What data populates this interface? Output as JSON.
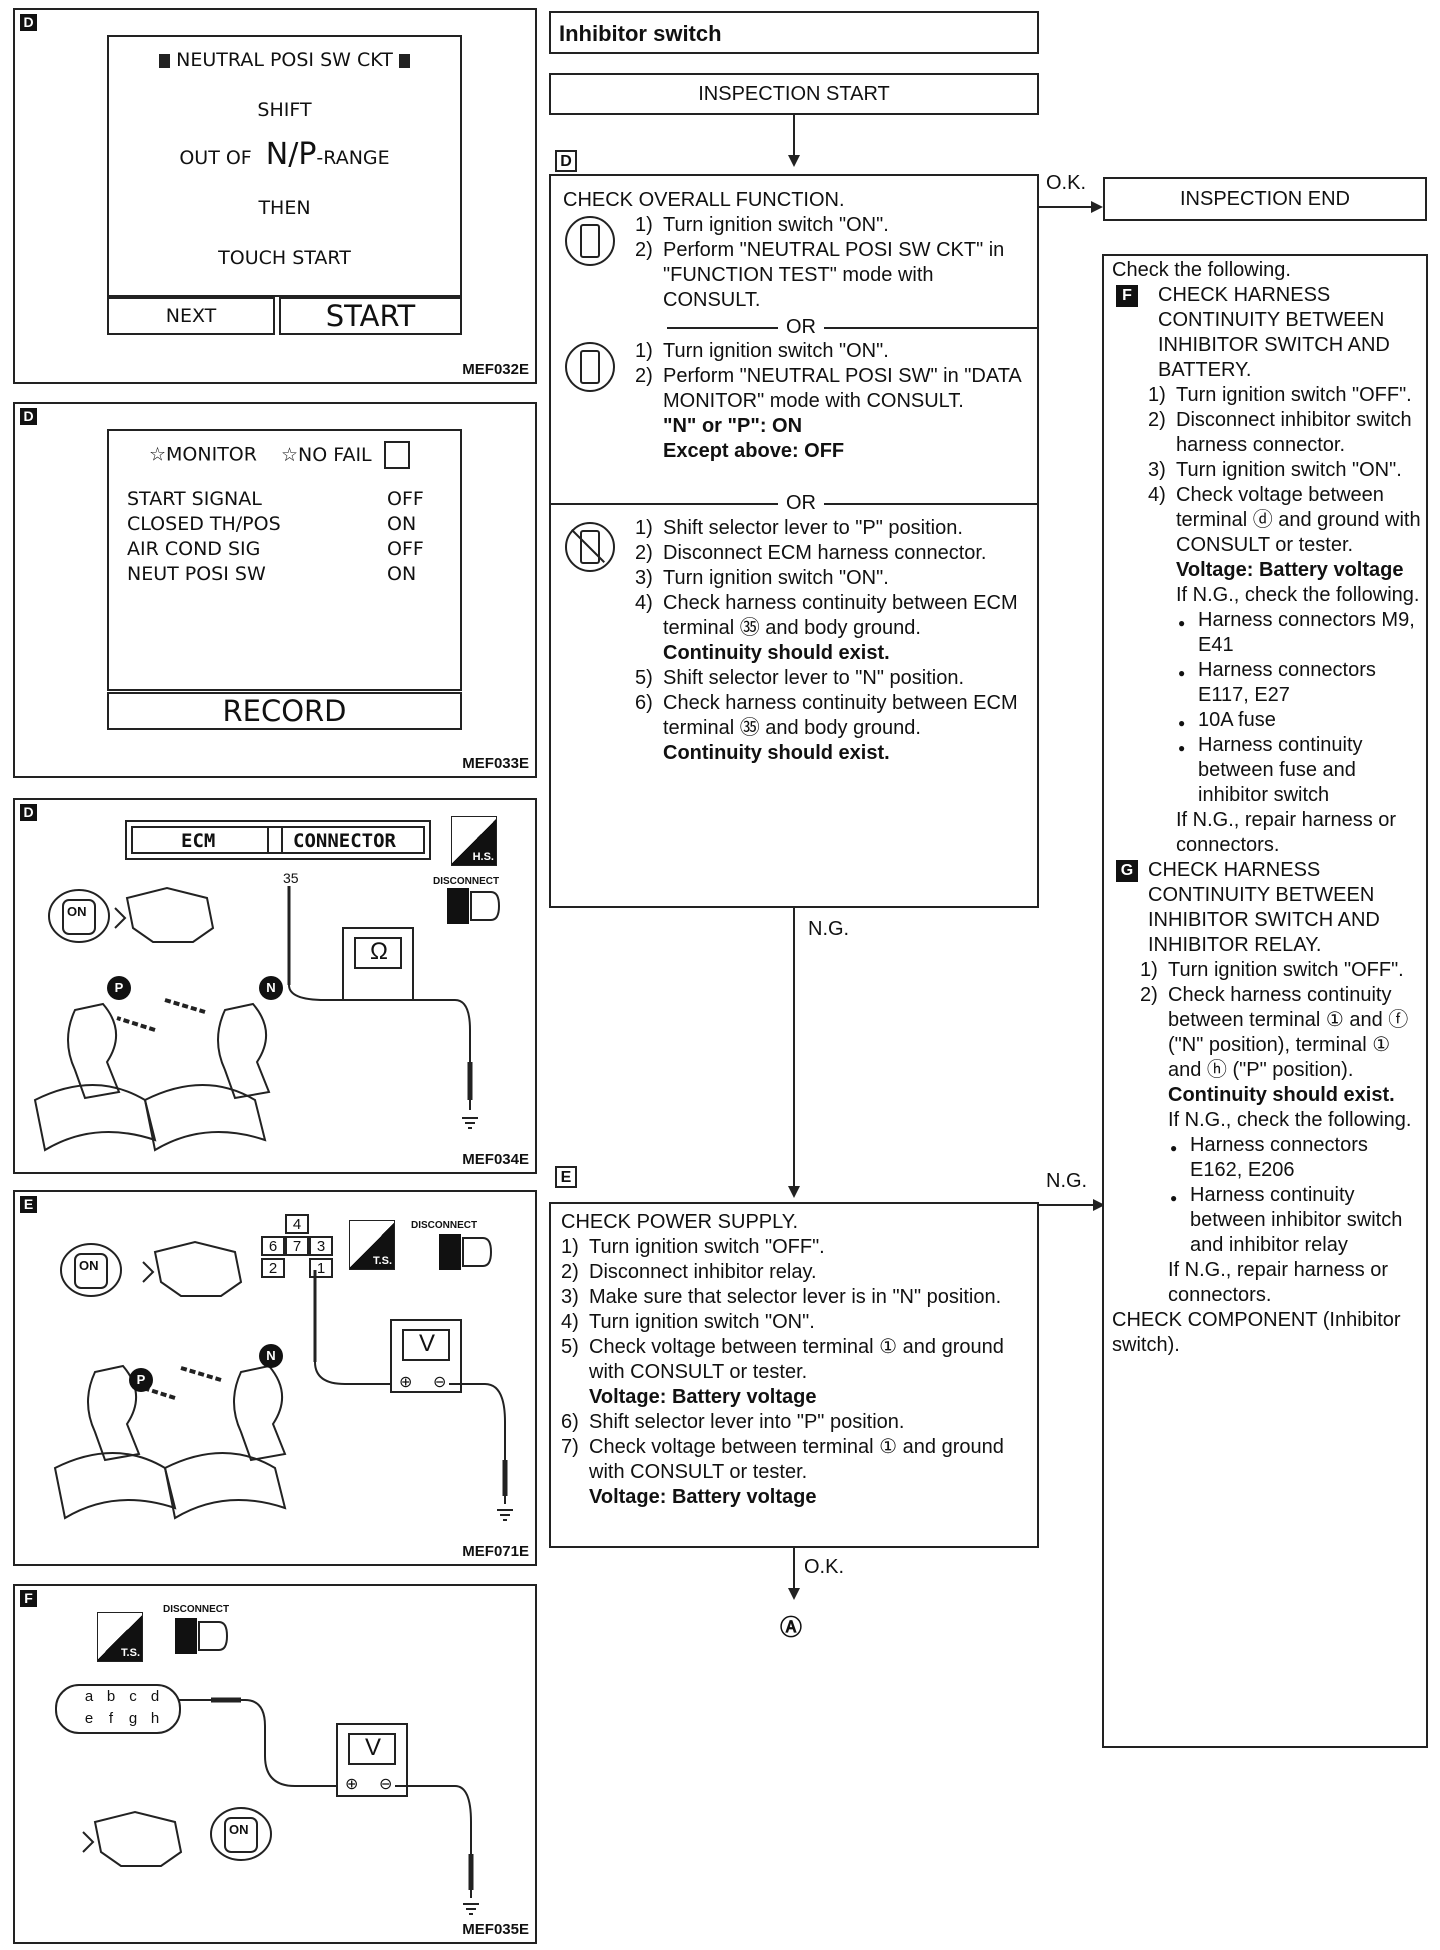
{
  "title": "Inhibitor switch",
  "inspection_start": "INSPECTION START",
  "inspection_end": "INSPECTION END",
  "labels": {
    "ok": "O.K.",
    "ng": "N.G.",
    "or": "OR",
    "end_ref": "Ⓐ"
  },
  "panels": {
    "p1": {
      "tag": "D",
      "code": "MEF032E",
      "screen": {
        "header": "NEUTRAL POSI SW CKT",
        "line1": "SHIFT",
        "line2a": "OUT OF",
        "line2b": "N/P",
        "line2c": "-RANGE",
        "line3": "THEN",
        "line4": "TOUCH START"
      },
      "buttons": {
        "next": "NEXT",
        "start": "START"
      }
    },
    "p2": {
      "tag": "D",
      "code": "MEF033E",
      "header": {
        "monitor": "☆MONITOR",
        "nofail": "☆NO FAIL"
      },
      "rows": [
        {
          "label": "START SIGNAL",
          "value": "OFF"
        },
        {
          "label": "CLOSED TH/POS",
          "value": "ON"
        },
        {
          "label": "AIR COND SIG",
          "value": "OFF"
        },
        {
          "label": "NEUT POSI SW",
          "value": "ON"
        }
      ],
      "record": "RECORD"
    },
    "p3": {
      "tag": "D",
      "code": "MEF034E",
      "ecm": "ECM",
      "connector": "CONNECTOR",
      "pin": "35",
      "hs": "H.S.",
      "disconnect": "DISCONNECT",
      "on": "ON",
      "p": "P",
      "n": "N",
      "meter": "Ω"
    },
    "p4": {
      "tag": "E",
      "code": "MEF071E",
      "pins": [
        "4",
        "6",
        "7",
        "3",
        "2",
        "1"
      ],
      "ts": "T.S.",
      "disconnect": "DISCONNECT",
      "on": "ON",
      "p": "P",
      "n": "N",
      "meter": "V",
      "plus": "⊕",
      "minus": "⊖"
    },
    "p5": {
      "tag": "F",
      "code": "MEF035E",
      "pins": [
        "a",
        "b",
        "c",
        "d",
        "e",
        "f",
        "g",
        "h"
      ],
      "ts": "T.S.",
      "disconnect": "DISCONNECT",
      "on": "ON",
      "meter": "V",
      "plus": "⊕",
      "minus": "⊖"
    }
  },
  "box_d": {
    "tag": "D",
    "heading": "CHECK OVERALL FUNCTION.",
    "sec1": [
      {
        "n": "1)",
        "t": "Turn ignition switch \"ON\"."
      },
      {
        "n": "2)",
        "t": "Perform \"NEUTRAL POSI SW CKT\" in \"FUNCTION TEST\" mode with CONSULT."
      }
    ],
    "sec2": [
      {
        "n": "1)",
        "t": "Turn ignition switch \"ON\"."
      },
      {
        "n": "2)",
        "t": "Perform \"NEUTRAL POSI SW\" in \"DATA MONITOR\" mode with CONSULT."
      }
    ],
    "sec2_bold1": "\"N\" or \"P\": ON",
    "sec2_bold2": "Except above: OFF",
    "sec3": [
      {
        "n": "1)",
        "t": "Shift selector lever to \"P\" position."
      },
      {
        "n": "2)",
        "t": "Disconnect ECM harness connector."
      },
      {
        "n": "3)",
        "t": "Turn ignition switch \"ON\"."
      },
      {
        "n": "4)",
        "t": "Check harness continuity between ECM terminal ㉟ and body ground."
      },
      {
        "n": "5)",
        "t": "Shift selector lever to \"N\" position."
      },
      {
        "n": "6)",
        "t": "Check harness continuity between ECM terminal ㉟ and body ground."
      }
    ],
    "sec3_bold": "Continuity should exist."
  },
  "box_e": {
    "tag": "E",
    "heading": "CHECK POWER SUPPLY.",
    "steps": [
      {
        "n": "1)",
        "t": "Turn ignition switch \"OFF\"."
      },
      {
        "n": "2)",
        "t": "Disconnect inhibitor relay."
      },
      {
        "n": "3)",
        "t": "Make sure that selector lever is in \"N\" position."
      },
      {
        "n": "4)",
        "t": "Turn ignition switch \"ON\"."
      },
      {
        "n": "5)",
        "t": "Check voltage between terminal ① and ground with CONSULT or tester."
      },
      {
        "n": "6)",
        "t": "Shift selector lever into \"P\" position."
      },
      {
        "n": "7)",
        "t": "Check voltage between terminal ① and ground with CONSULT or tester."
      }
    ],
    "voltage": "Voltage: Battery voltage"
  },
  "box_r": {
    "intro": "Check the following.",
    "f_tag": "F",
    "f_heading": "CHECK HARNESS CONTINUITY BETWEEN INHIBITOR SWITCH AND BATTERY.",
    "f_steps": [
      {
        "n": "1)",
        "t": "Turn ignition switch \"OFF\"."
      },
      {
        "n": "2)",
        "t": "Disconnect inhibitor switch harness connector."
      },
      {
        "n": "3)",
        "t": "Turn ignition switch \"ON\"."
      },
      {
        "n": "4)",
        "t": "Check voltage between terminal ⓓ and ground with CONSULT or tester."
      }
    ],
    "f_voltage": "Voltage: Battery voltage",
    "f_ng": "If N.G., check the following.",
    "f_bullets": [
      "Harness connectors M9, E41",
      "Harness connectors E117, E27",
      "10A fuse",
      "Harness continuity between fuse and inhibitor switch"
    ],
    "f_repair": "If N.G., repair harness or connectors.",
    "g_tag": "G",
    "g_heading": "CHECK HARNESS CONTINUITY BETWEEN INHIBITOR SWITCH AND INHIBITOR RELAY.",
    "g_steps": [
      {
        "n": "1)",
        "t": "Turn ignition switch \"OFF\"."
      },
      {
        "n": "2)",
        "t": "Check harness continuity between terminal ① and ⓕ (\"N\" position), terminal ① and ⓗ (\"P\" position)."
      }
    ],
    "g_bold": "Continuity should exist.",
    "g_ng": "If N.G., check the following.",
    "g_bullets": [
      "Harness connectors E162, E206",
      "Harness continuity between inhibitor switch and inhibitor relay"
    ],
    "g_repair": "If N.G., repair harness or connectors.",
    "component": "CHECK COMPONENT (Inhibitor switch)."
  }
}
